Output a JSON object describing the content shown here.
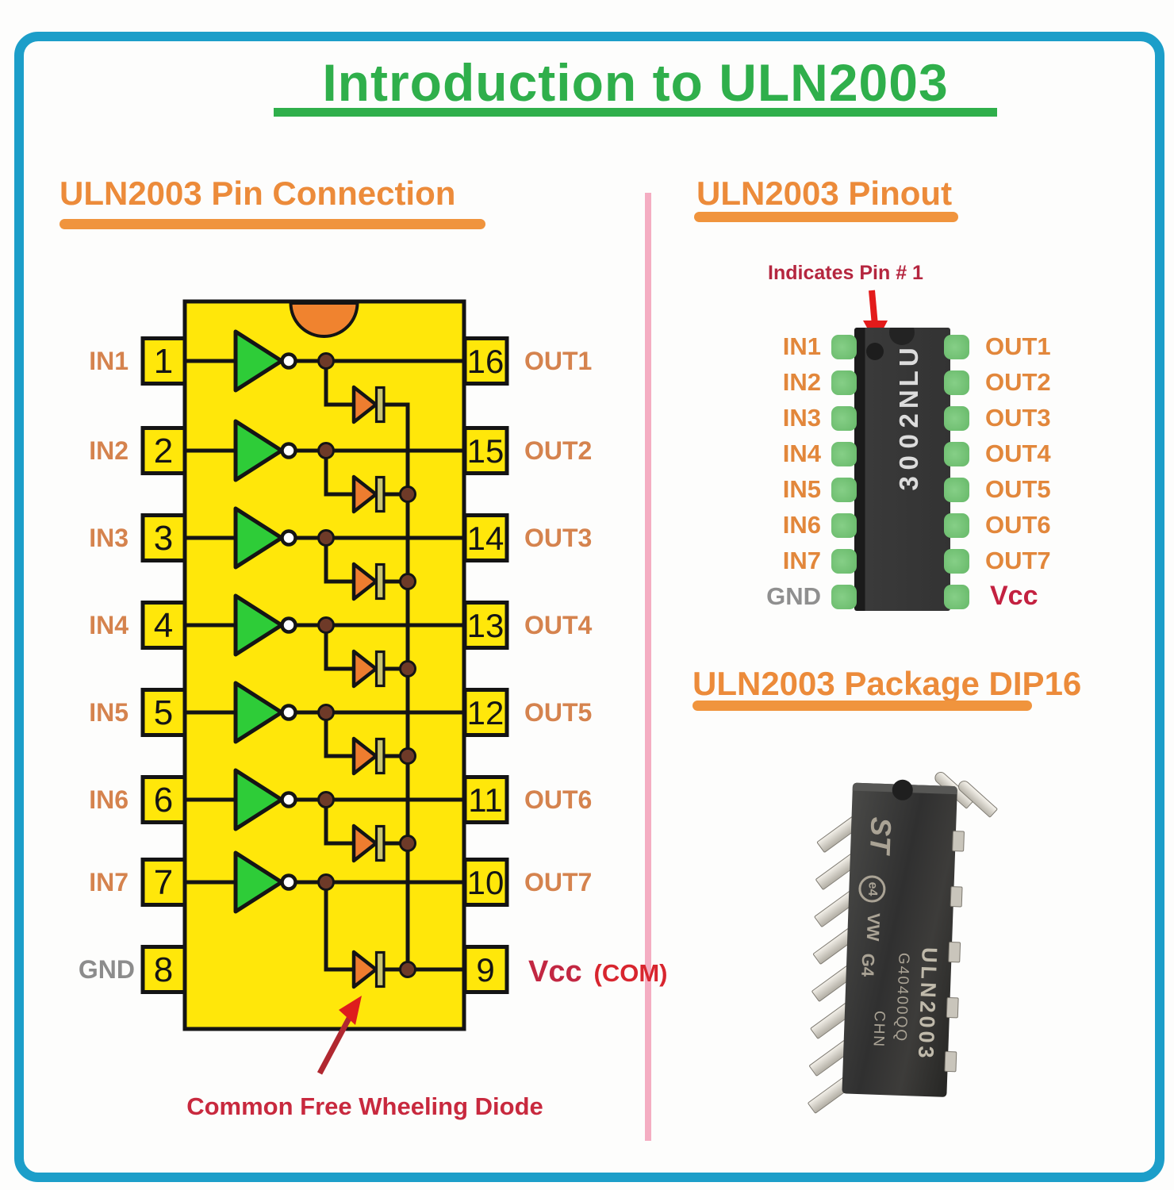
{
  "page": {
    "title": "Introduction to ULN2003"
  },
  "circuit": {
    "heading": "ULN2003 Pin Connection",
    "annotation": "Common Free Wheeling Diode",
    "rows": [
      {
        "in_label": "IN1",
        "pin": "1",
        "out_pin": "16",
        "out_label": "OUT1"
      },
      {
        "in_label": "IN2",
        "pin": "2",
        "out_pin": "15",
        "out_label": "OUT2"
      },
      {
        "in_label": "IN3",
        "pin": "3",
        "out_pin": "14",
        "out_label": "OUT3"
      },
      {
        "in_label": "IN4",
        "pin": "4",
        "out_pin": "13",
        "out_label": "OUT4"
      },
      {
        "in_label": "IN5",
        "pin": "5",
        "out_pin": "12",
        "out_label": "OUT5"
      },
      {
        "in_label": "IN6",
        "pin": "6",
        "out_pin": "11",
        "out_label": "OUT6"
      },
      {
        "in_label": "IN7",
        "pin": "7",
        "out_pin": "10",
        "out_label": "OUT7"
      },
      {
        "in_label": "GND",
        "pin": "8",
        "out_pin": "9",
        "out_label": "Vcc",
        "out_suffix": "(COM)"
      }
    ]
  },
  "pinout": {
    "heading": "ULN2003 Pinout",
    "callout": "Indicates Pin # 1",
    "chip_text": "ULN2003",
    "rows": [
      {
        "left": "IN1",
        "right": "OUT1"
      },
      {
        "left": "IN2",
        "right": "OUT2"
      },
      {
        "left": "IN3",
        "right": "OUT3"
      },
      {
        "left": "IN4",
        "right": "OUT4"
      },
      {
        "left": "IN5",
        "right": "OUT5"
      },
      {
        "left": "IN6",
        "right": "OUT6"
      },
      {
        "left": "IN7",
        "right": "OUT7"
      },
      {
        "left": "GND",
        "right": "Vcc"
      }
    ]
  },
  "package": {
    "heading": "ULN2003 Package DIP16",
    "markings": {
      "logo": "ST",
      "cert": "e4",
      "code_a": "VW",
      "code_b": "G4",
      "part": "ULN2003",
      "lot": "G40400QQ",
      "origin": "CHN"
    }
  },
  "colors": {
    "title_green": "#2FAF4B",
    "heading_orange": "#EC8B3A",
    "label_orange": "#D5834E",
    "crimson": "#C5293B",
    "ic_yellow": "#FFE70A",
    "buffer_green": "#2ECC38",
    "diode_orange": "#EE7D2F",
    "junction_brown": "#6E3A28",
    "border_teal": "#1C9EC9",
    "divider_pink": "#F4ADC2",
    "gnd_gray": "#8C8C8C"
  }
}
